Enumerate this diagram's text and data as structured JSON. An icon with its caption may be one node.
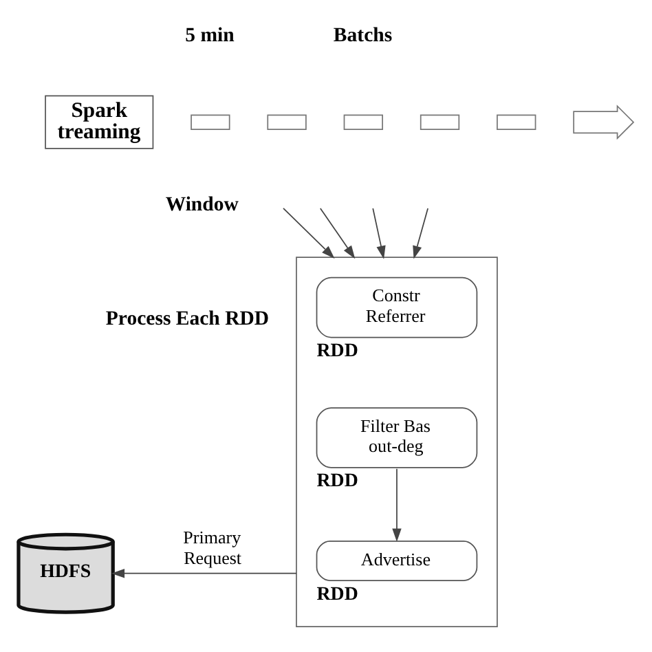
{
  "diagram": {
    "nodes": [
      {
        "text": [
          "Spark treaming"
        ]
      },
      {
        "text": [],
        "shape": "box"
      },
      {
        "text": [],
        "shape": "box"
      },
      {
        "text": [],
        "shape": "box"
      },
      {
        "text": [],
        "shape": "box"
      },
      {
        "text": [],
        "shape": "box"
      },
      {
        "text": [],
        "shape": "arrow"
      },
      {
        "text": [],
        "shape": "box"
      },
      {
        "text": [
          "Constr Referrer"
        ],
        "in": 7,
        "beside": [
          "RDD"
        ]
      },
      {
        "text": [
          "Filter Bas out-deg"
        ],
        "in": 7,
        "beside": [
          "RDD"
        ]
      },
      {
        "text": [
          "Advertise"
        ],
        "in": 7,
        "beside": [
          "RDD"
        ]
      },
      {
        "text": [
          "HDFS"
        ]
      }
    ],
    "edges": [
      {
        "from": null,
        "to": 7,
        "arrow": "to"
      },
      {
        "from": null,
        "to": 7,
        "arrow": "to"
      },
      {
        "from": null,
        "to": 7,
        "arrow": "to"
      },
      {
        "from": null,
        "to": 7,
        "arrow": "to"
      },
      {
        "from": 9,
        "to": 10,
        "arrow": "to"
      },
      {
        "from": 7,
        "to": 11,
        "arrow": "to",
        "label": "Primary Request"
      }
    ],
    "labels": [
      "5 min",
      "Batchs",
      "Window",
      "Process Each RDD"
    ]
  }
}
